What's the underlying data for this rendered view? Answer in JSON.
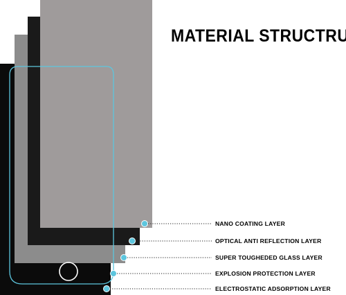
{
  "title": "MATERIAL STRUCTRUE",
  "layers": [
    {
      "label": "NANO COATING LAYER"
    },
    {
      "label": "OPTICAL ANTI REFLECTION LAYER"
    },
    {
      "label": "SUPER TOUGHEDED GLASS LAYER"
    },
    {
      "label": "EXPLOSION PROTECTION LAYER"
    },
    {
      "label": "ELECTROSTATIC ADSORPTION LAYER"
    }
  ],
  "colors": {
    "accent": "#5dc6de",
    "top_layer": "#9f9b9b",
    "glass_layer": "#8c8c8c",
    "dark_layer": "#0b0b0b"
  }
}
